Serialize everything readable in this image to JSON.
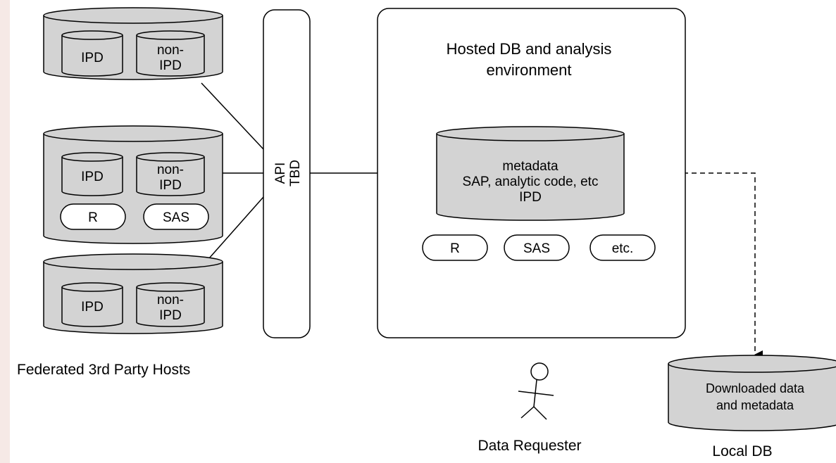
{
  "diagram": {
    "federated_hosts": {
      "caption": "Federated 3rd Party Hosts",
      "db_ipd": "IPD",
      "db_non_ipd_line1": "non-",
      "db_non_ipd_line2": "IPD",
      "tool_r": "R",
      "tool_sas": "SAS"
    },
    "api": {
      "line1": "API",
      "line2": "TBD"
    },
    "hosted_env": {
      "title_line1": "Hosted DB and analysis",
      "title_line2": "environment",
      "db_line1": "metadata",
      "db_line2": "SAP, analytic code, etc",
      "db_line3": "IPD",
      "tool_r": "R",
      "tool_sas": "SAS",
      "tool_etc": "etc."
    },
    "requester": {
      "label": "Data Requester"
    },
    "local_db": {
      "content_line1": "Downloaded data",
      "content_line2": "and metadata",
      "caption": "Local DB"
    },
    "colors": {
      "cylinder_fill": "#d3d3d3",
      "stroke": "#000000",
      "page_bg": "#f6e9e6"
    }
  }
}
